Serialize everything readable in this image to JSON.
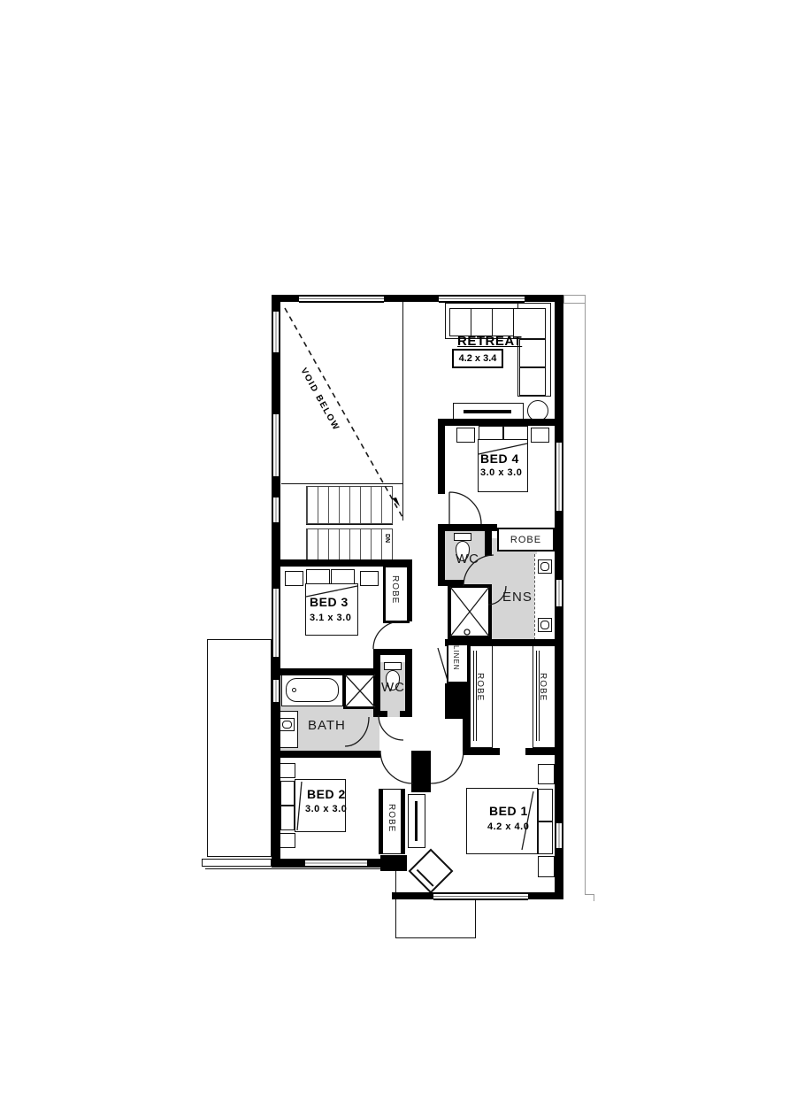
{
  "colors": {
    "wall": "#000000",
    "room_fill": "#d5d5d5",
    "line": "#111111",
    "eave": "#9a9a9a"
  },
  "rooms": {
    "retreat": {
      "label": "RETREAT",
      "dims": "4.2 x 3.4"
    },
    "bed4": {
      "label": "BED 4",
      "dims": "3.0 x 3.0"
    },
    "bed3": {
      "label": "BED 3",
      "dims": "3.1 x 3.0"
    },
    "bed2": {
      "label": "BED 2",
      "dims": "3.0 x 3.0"
    },
    "bed1": {
      "label": "BED 1",
      "dims": "4.2 x 4.0"
    },
    "bath": {
      "label": "BATH"
    },
    "ens": {
      "label": "ENS"
    },
    "wc_upper": {
      "label": "WC"
    },
    "wc_lower": {
      "label": "WC"
    },
    "linen": {
      "label": "LINEN"
    },
    "void": {
      "label": "VOID BELOW"
    },
    "stairs": {
      "label": "DN"
    }
  },
  "robes": {
    "bed4": "ROBE",
    "bed3": "ROBE",
    "bed2": "ROBE",
    "wir_left": "ROBE",
    "wir_right": "ROBE"
  }
}
